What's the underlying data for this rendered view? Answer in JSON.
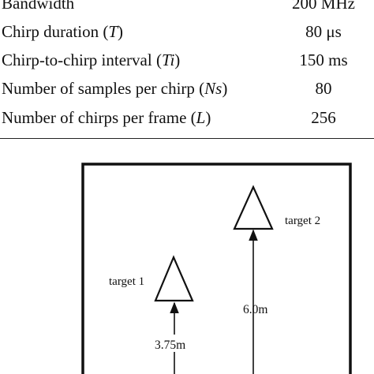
{
  "table": {
    "rows": [
      {
        "pre": "Bandwidth",
        "sym": "",
        "post": "",
        "value": "200 MHz"
      },
      {
        "pre": "Chirp duration (",
        "sym": "T",
        "post": ")",
        "value": "80 μs"
      },
      {
        "pre": "Chirp-to-chirp interval (",
        "sym": "Ti",
        "post": ")",
        "value": "150 ms"
      },
      {
        "pre": "Number of samples per chirp (",
        "sym": "Ns",
        "post": ")",
        "value": "80"
      },
      {
        "pre": "Number of chirps per frame (",
        "sym": "L",
        "post": ")",
        "value": "256"
      }
    ]
  },
  "diagram": {
    "target1_label": "target 1",
    "target2_label": "target 2",
    "target1_distance": "3.75m",
    "target2_distance": "6.0m",
    "line_color": "#111111"
  }
}
